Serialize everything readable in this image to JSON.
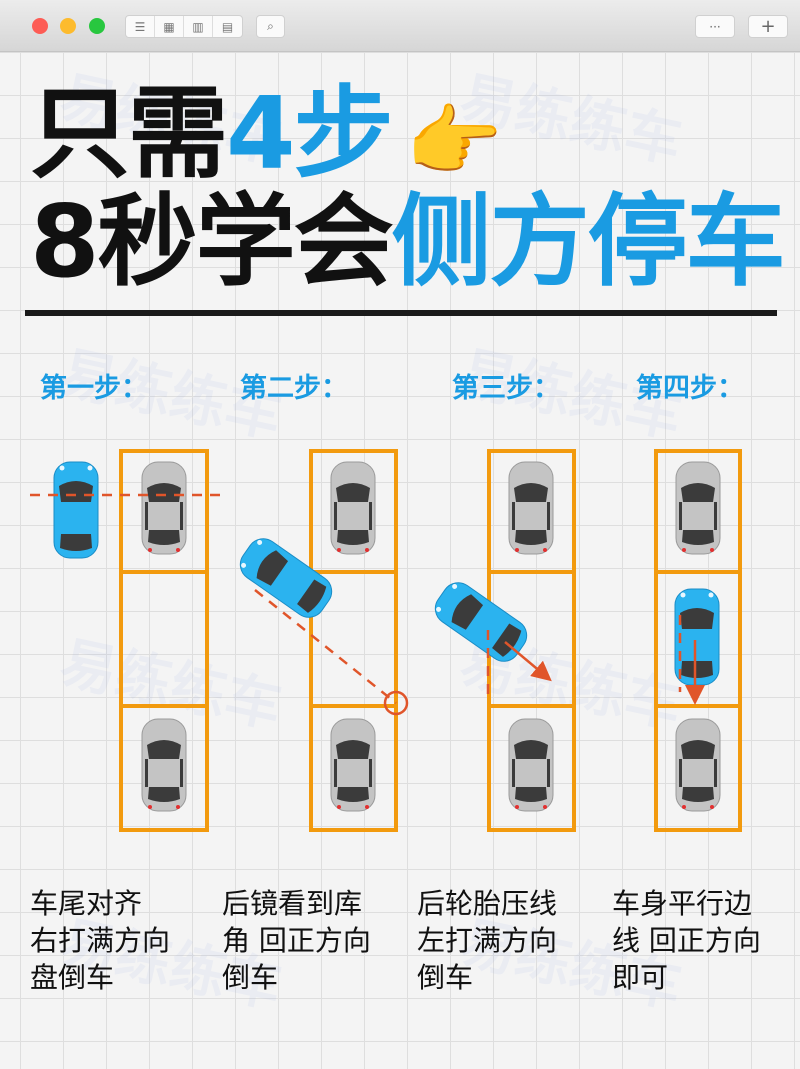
{
  "window": {
    "toolbar_icons": [
      "list-icon",
      "grid-icon",
      "map-icon",
      "sidebar-icon",
      "search-icon"
    ],
    "more_label": "···",
    "add_label": "+"
  },
  "title": {
    "line1_black": "只需",
    "line1_blue": "4步",
    "emoji": "👉",
    "line2_black": "8秒学会",
    "line2_blue": "侧方停车"
  },
  "watermark": "易练练车",
  "steps": [
    {
      "label": "第一步：",
      "desc": [
        "车尾对齐",
        "右打满方向",
        "盘倒车"
      ]
    },
    {
      "label": "第二步：",
      "desc": [
        "后镜看到库",
        "角 回正方向",
        "倒车"
      ]
    },
    {
      "label": "第三步：",
      "desc": [
        "后轮胎压线",
        "左打满方向",
        "倒车"
      ]
    },
    {
      "label": "第四步：",
      "desc": [
        "车身平行边",
        "线 回正方向",
        "即可"
      ]
    }
  ],
  "colors": {
    "blue": "#1a9be2",
    "orange": "#f29a0e",
    "guide": "#e0552a",
    "car_blue": "#2bb3ef",
    "car_gray": "#bdbdbd"
  }
}
